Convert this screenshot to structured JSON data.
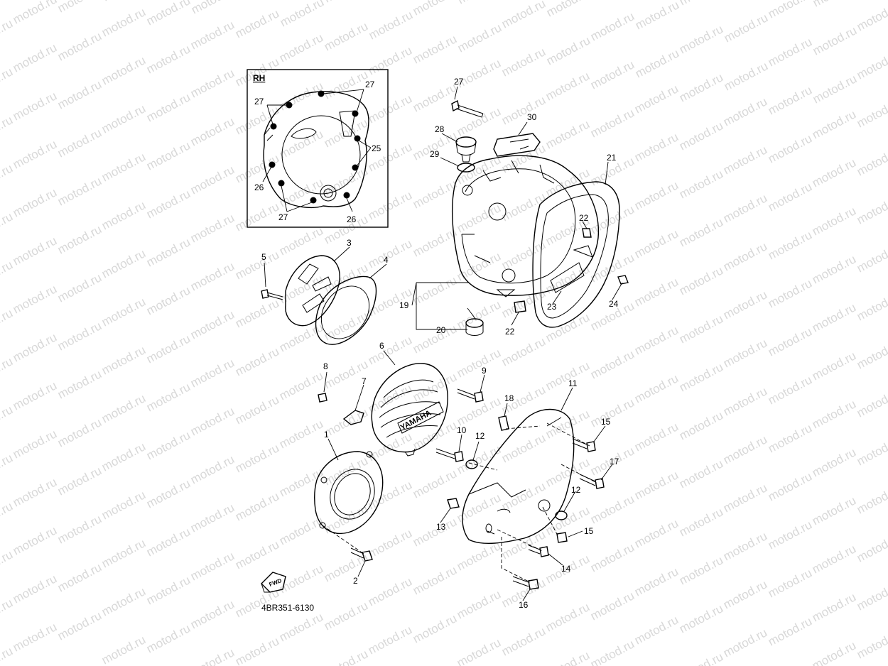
{
  "diagram": {
    "watermark": "motod.ru",
    "inset_label": "RH",
    "code": "4BR351-6130",
    "fwd": "FWD",
    "brand": "YAMAHA",
    "labels": {
      "n1": "1",
      "n2": "2",
      "n3": "3",
      "n4": "4",
      "n5": "5",
      "n6": "6",
      "n7": "7",
      "n8": "8",
      "n9": "9",
      "n10": "10",
      "n11": "11",
      "n12a": "12",
      "n12b": "12",
      "n13": "13",
      "n14": "14",
      "n15a": "15",
      "n15b": "15",
      "n16": "16",
      "n17": "17",
      "n18": "18",
      "n19": "19",
      "n20": "20",
      "n21": "21",
      "n22a": "22",
      "n22b": "22",
      "n23": "23",
      "n24": "24",
      "n25": "25",
      "n26a": "26",
      "n26b": "26",
      "n27a": "27",
      "n27b": "27",
      "n27c": "27",
      "n27d": "27",
      "n28": "28",
      "n29": "29",
      "n30": "30"
    }
  }
}
